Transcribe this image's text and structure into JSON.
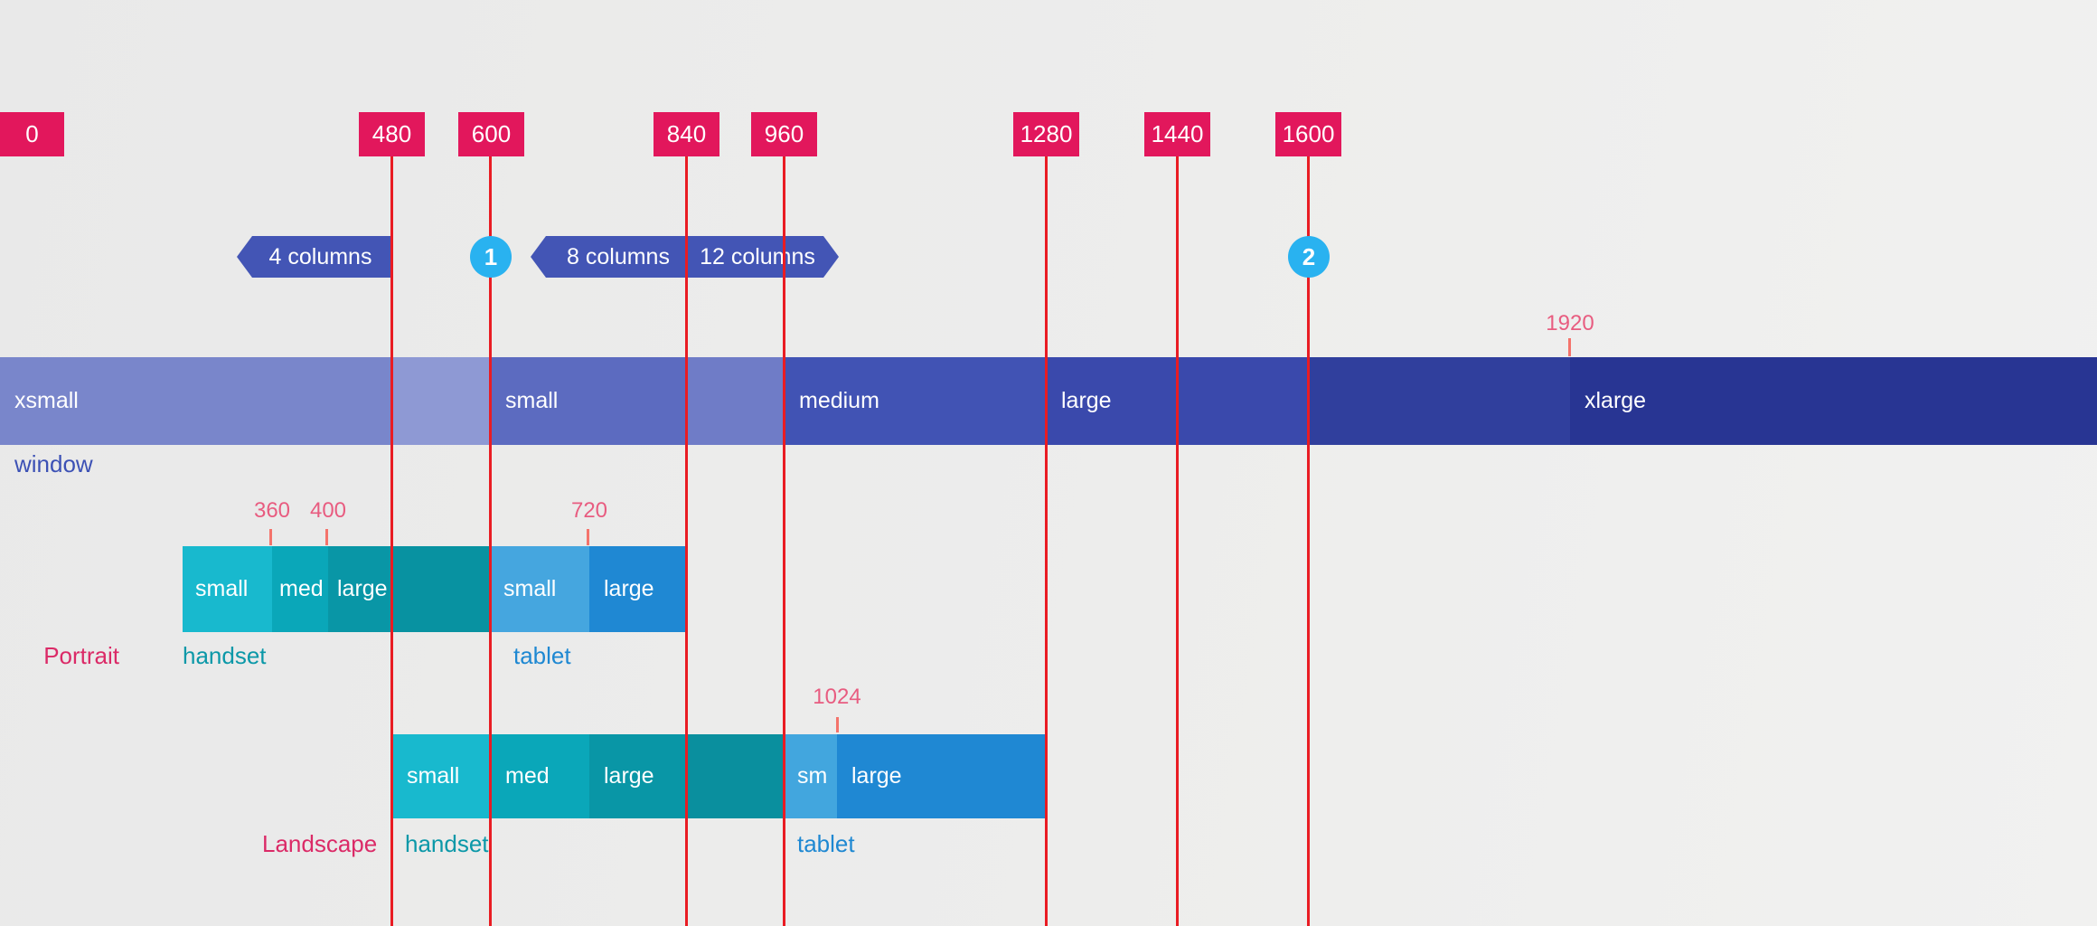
{
  "title": "Responsive UI breakpoints diagram",
  "colors": {
    "background": "#EDEDED",
    "marker_bg": "#E2175C",
    "marker_text": "#FFFFFF",
    "grid_line": "#E91C23",
    "tick": "#F4736B",
    "tick_label": "#E85C80",
    "badge": "#4355B5",
    "circle": "#29B2F0",
    "window_label": "#3C51B5",
    "portrait_label": "#DB2A67",
    "handset_label": "#0B98A8",
    "tablet_label": "#1E88D2"
  },
  "markers": [
    {
      "label": "0"
    },
    {
      "label": "480"
    },
    {
      "label": "600"
    },
    {
      "label": "840"
    },
    {
      "label": "960"
    },
    {
      "label": "1280"
    },
    {
      "label": "1440"
    },
    {
      "label": "1600"
    }
  ],
  "badges": {
    "four_columns": "4 columns",
    "eight_columns": "8 columns",
    "twelve_columns": "12 columns",
    "circle1": "1",
    "circle2": "2"
  },
  "window_band": {
    "caption": "window",
    "extra_tick_label": "1920",
    "segments": [
      {
        "label": "xsmall",
        "color": "#7986CB"
      },
      {
        "label": "",
        "color": "#8E99D4"
      },
      {
        "label": "small",
        "color": "#5C6BC0"
      },
      {
        "label": "",
        "color": "#6F7CC7"
      },
      {
        "label": "medium",
        "color": "#4153B4"
      },
      {
        "label": "large",
        "color": "#3A49AC"
      },
      {
        "label": "",
        "color": "#303F9D"
      },
      {
        "label": "xlarge",
        "color": "#283593"
      }
    ]
  },
  "portrait": {
    "label": "Portrait",
    "tick_labels": [
      "360",
      "400",
      "720"
    ],
    "handset_caption": "handset",
    "tablet_caption": "tablet",
    "bar_segments": [
      {
        "label": "small",
        "color": "#18B9CE"
      },
      {
        "label": "med",
        "color": "#0AA7B9"
      },
      {
        "label": "large",
        "color": "#0996A6"
      },
      {
        "label": "",
        "color": "#0892A1"
      },
      {
        "label": "small",
        "color": "#45A6DF"
      },
      {
        "label": "large",
        "color": "#1F88D3"
      }
    ]
  },
  "landscape": {
    "label": "Landscape",
    "tick_labels": [
      "1024"
    ],
    "handset_caption": "handset",
    "tablet_caption": "tablet",
    "bar_segments": [
      {
        "label": "small",
        "color": "#18B9CE"
      },
      {
        "label": "med",
        "color": "#0AA7B9"
      },
      {
        "label": "large",
        "color": "#0996A6"
      },
      {
        "label": "",
        "color": "#0A8F9E"
      },
      {
        "label": "sm",
        "color": "#42A6DE"
      },
      {
        "label": "large",
        "color": "#1F88D3"
      }
    ]
  }
}
